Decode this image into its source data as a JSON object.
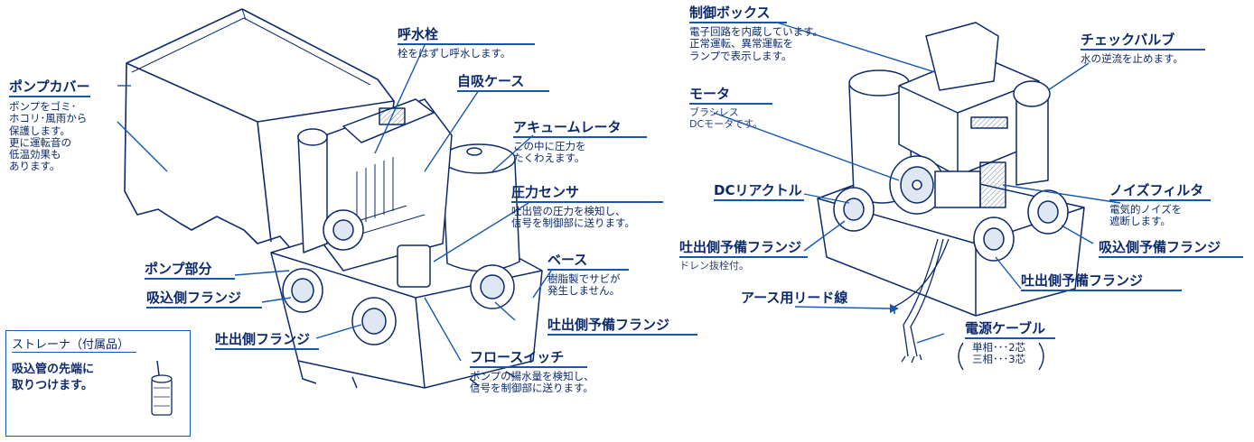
{
  "left": {
    "pump_cover": {
      "title": "ポンプカバー",
      "desc": [
        "ポンプをゴミ･",
        "ホコリ･風雨から",
        "保護します。",
        "更に運転音の",
        "低温効果も",
        "あります。"
      ]
    },
    "priming_plug": {
      "title": "呼水栓",
      "desc": "栓をはずし呼水します。"
    },
    "self_priming_case": {
      "title": "自吸ケース"
    },
    "accumulator": {
      "title": "アキュームレータ",
      "desc": [
        "この中に圧力を",
        "たくわえます。"
      ]
    },
    "pressure_sensor": {
      "title": "圧力センサ",
      "desc": [
        "吐出管の圧力を検知し、",
        "信号を制御部に送ります。"
      ]
    },
    "base": {
      "title": "ベース",
      "desc": [
        "樹脂製でサビが",
        "発生しません。"
      ]
    },
    "pump_section": {
      "title": "ポンプ部分"
    },
    "suction_flange": {
      "title": "吸込側フランジ"
    },
    "discharge_spare_flange": {
      "title": "吐出側予備フランジ"
    },
    "discharge_flange": {
      "title": "吐出側フランジ"
    },
    "flow_switch": {
      "title": "フロースイッチ",
      "desc": [
        "ポンプの揚水量を検知し、",
        "信号を制御部に送ります。"
      ]
    },
    "strainer": {
      "title": "ストレーナ（付属品）",
      "desc": [
        "吸込管の先端に",
        "取りつけます。"
      ]
    }
  },
  "right": {
    "control_box": {
      "title": "制御ボックス",
      "desc": [
        "電子回路を内蔵しています。",
        "正常運転、異常運転を",
        "ランプで表示します。"
      ]
    },
    "check_valve": {
      "title": "チェックバルブ",
      "desc": "水の逆流を止めます。"
    },
    "motor": {
      "title": "モータ",
      "desc": [
        "ブラシレス",
        "DCモータです。"
      ]
    },
    "dc_reactor": {
      "title": "DCリアクトル"
    },
    "noise_filter": {
      "title": "ノイズフィルタ",
      "desc": [
        "電気的ノイズを",
        "遮断します。"
      ]
    },
    "discharge_spare_flange_a": {
      "title": "吐出側予備フランジ",
      "desc": "ドレン抜栓付。"
    },
    "suction_spare_flange": {
      "title": "吸込側予備フランジ"
    },
    "discharge_spare_flange_b": {
      "title": "吐出側予備フランジ"
    },
    "ground_lead": {
      "title": "アース用リード線"
    },
    "power_cable": {
      "title": "電源ケーブル",
      "desc": [
        "単相･･･2芯",
        "三相･･･3芯"
      ]
    }
  },
  "colors": {
    "ink": "#0c2a6b",
    "accent": "#1557b0",
    "shade": "#dfe7f3"
  }
}
